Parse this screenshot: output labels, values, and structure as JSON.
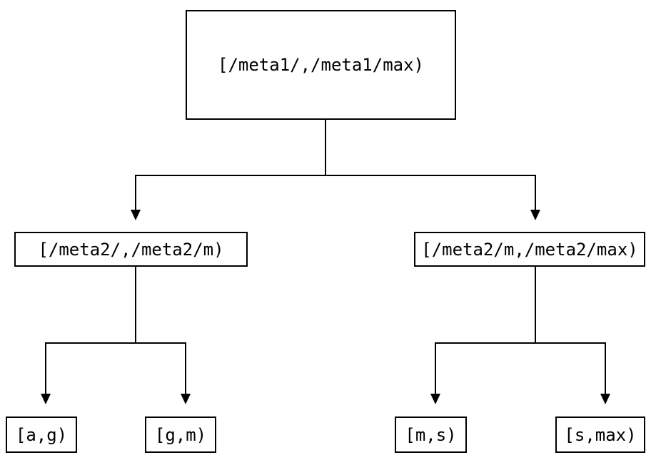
{
  "diagram": {
    "type": "tree",
    "nodes": {
      "root": {
        "label": "[/meta1/,/meta1/max)"
      },
      "mid_left": {
        "label": "[/meta2/,/meta2/m)"
      },
      "mid_right": {
        "label": "[/meta2/m,/meta2/max)"
      },
      "leaf_ag": {
        "label": "[a,g)"
      },
      "leaf_gm": {
        "label": "[g,m)"
      },
      "leaf_ms": {
        "label": "[m,s)"
      },
      "leaf_smax": {
        "label": "[s,max)"
      }
    },
    "edges": [
      {
        "from": "root",
        "to": "mid_left"
      },
      {
        "from": "root",
        "to": "mid_right"
      },
      {
        "from": "mid_left",
        "to": "leaf_ag"
      },
      {
        "from": "mid_left",
        "to": "leaf_gm"
      },
      {
        "from": "mid_right",
        "to": "leaf_ms"
      },
      {
        "from": "mid_right",
        "to": "leaf_smax"
      }
    ],
    "colors": {
      "background": "#ffffff",
      "line": "#000000",
      "text": "#000000",
      "border": "#000000"
    }
  }
}
